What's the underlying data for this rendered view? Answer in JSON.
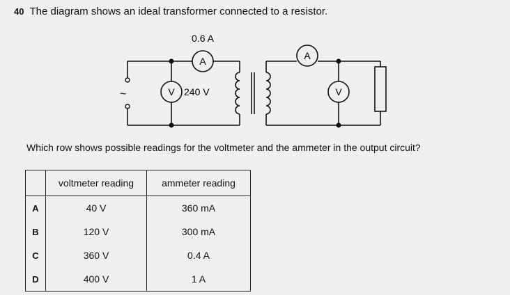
{
  "question": {
    "number": "40",
    "text": "The diagram shows an ideal transformer connected to a resistor."
  },
  "diagram": {
    "input_current": "0.6 A",
    "input_voltage": "240 V",
    "ammeter_symbol": "A",
    "voltmeter_symbol": "V",
    "ac_symbol": "~"
  },
  "sub_question": "Which row shows possible readings for the voltmeter and the ammeter in the output circuit?",
  "table": {
    "headers": [
      "",
      "voltmeter reading",
      "ammeter reading"
    ],
    "rows": [
      {
        "option": "A",
        "voltmeter": "40 V",
        "ammeter": "360 mA"
      },
      {
        "option": "B",
        "voltmeter": "120 V",
        "ammeter": "300 mA"
      },
      {
        "option": "C",
        "voltmeter": "360 V",
        "ammeter": "0.4 A"
      },
      {
        "option": "D",
        "voltmeter": "400 V",
        "ammeter": "1 A"
      }
    ]
  }
}
